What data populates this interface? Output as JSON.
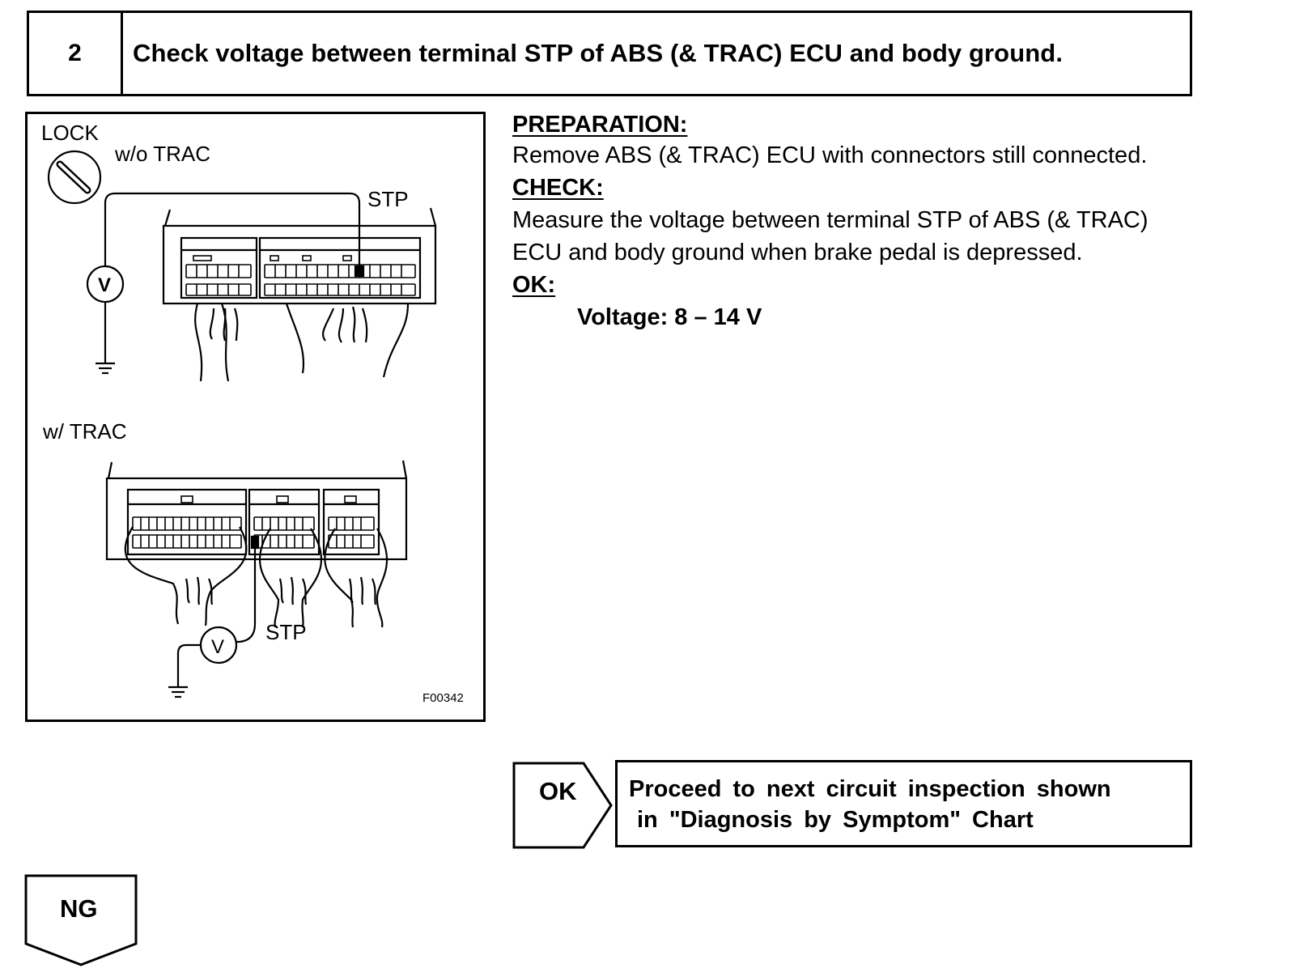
{
  "step": {
    "number": "2",
    "title": "Check voltage between terminal STP of ABS (& TRAC) ECU and body ground."
  },
  "figure": {
    "lock_label": "LOCK",
    "wo_trac_label": "w/o TRAC",
    "w_trac_label": "w/ TRAC",
    "stp_label_top": "STP",
    "stp_label_bottom": "STP",
    "voltmeter_symbol_top": "V",
    "voltmeter_symbol_bottom": "V",
    "figure_code": "F00342",
    "icons": [
      "ignition-lock-icon",
      "voltmeter-icon",
      "ground-symbol-icon",
      "ecu-connector-icon"
    ]
  },
  "procedure": {
    "preparation_heading": "PREPARATION:",
    "preparation_text": "Remove ABS (& TRAC) ECU with connectors still connected.",
    "check_heading": "CHECK:",
    "check_text_line1": "Measure the voltage between terminal STP of ABS (& TRAC)",
    "check_text_line2": "ECU and body ground when brake pedal is depressed.",
    "ok_heading": "OK:",
    "ok_value": "Voltage: 8 – 14 V"
  },
  "result": {
    "ok_label": "OK",
    "ok_action_line1": "Proceed to next circuit inspection shown",
    "ok_action_line2": "in \"Diagnosis by Symptom\" Chart",
    "ng_label": "NG"
  }
}
